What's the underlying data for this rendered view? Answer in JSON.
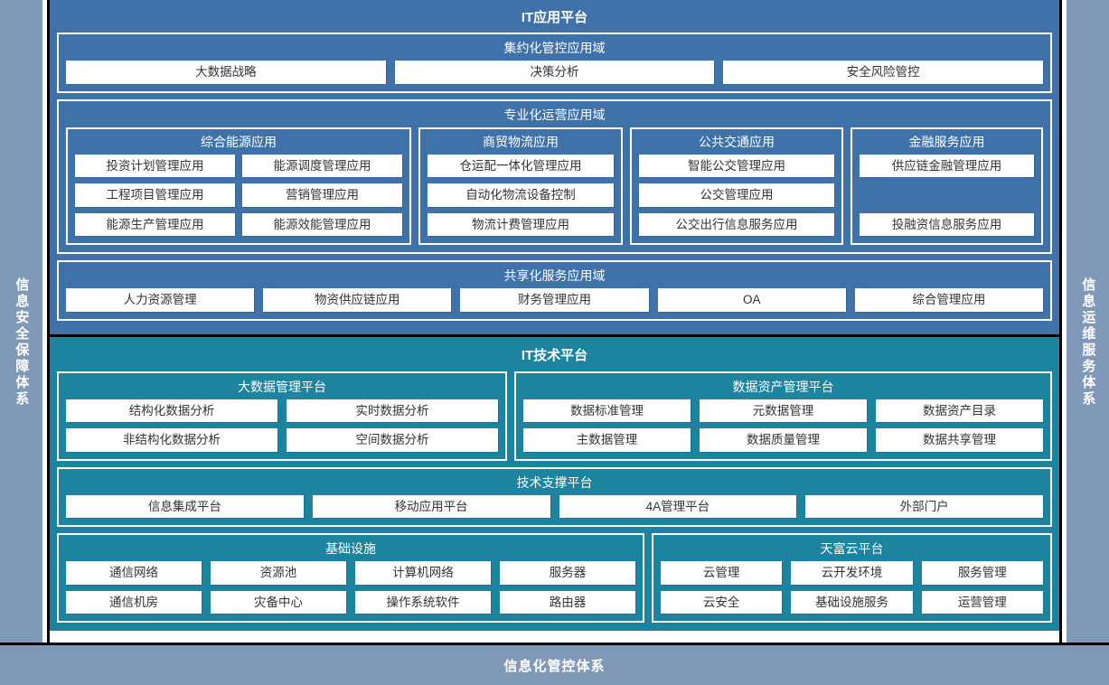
{
  "side_panels": {
    "left": {
      "label": "信息安全保障体系"
    },
    "right": {
      "label": "信息运维服务体系"
    }
  },
  "bottom_bar": {
    "label": "信息化管控体系"
  },
  "colors": {
    "application_platform": "#3E72A8",
    "technology_platform": "#1C849E",
    "side_panel": "#8099B8",
    "chip_background": "#FFFFFF",
    "chip_text": "#333333",
    "outline": "#FFFFFF",
    "rule": "#000000"
  },
  "application_platform": {
    "title": "IT应用平台",
    "domains": [
      {
        "title": "集约化管控应用域",
        "items": [
          "大数据战略",
          "决策分析",
          "安全风险管控"
        ]
      },
      {
        "title": "专业化运营应用域",
        "pillars": [
          {
            "title": "综合能源应用",
            "items": [
              "投资计划管理应用",
              "能源调度管理应用",
              "工程项目管理应用",
              "营销管理应用",
              "能源生产管理应用",
              "能源效能管理应用"
            ]
          },
          {
            "title": "商贸物流应用",
            "items": [
              "仓运配一体化管理应用",
              "自动化物流设备控制",
              "物流计费管理应用"
            ]
          },
          {
            "title": "公共交通应用",
            "items": [
              "智能公交管理应用",
              "公交管理应用",
              "公交出行信息服务应用"
            ]
          },
          {
            "title": "金融服务应用",
            "items": [
              "供应链金融管理应用",
              "",
              "投融资信息服务应用"
            ]
          }
        ]
      },
      {
        "title": "共享化服务应用域",
        "items": [
          "人力资源管理",
          "物资供应链应用",
          "财务管理应用",
          "OA",
          "综合管理应用"
        ]
      }
    ]
  },
  "technology_platform": {
    "title": "IT技术平台",
    "rows": [
      {
        "groups": [
          {
            "title": "大数据管理平台",
            "items": [
              "结构化数据分析",
              "实时数据分析",
              "非结构化数据分析",
              "空间数据分析"
            ]
          },
          {
            "title": "数据资产管理平台",
            "items": [
              "数据标准管理",
              "元数据管理",
              "数据资产目录",
              "主数据管理",
              "数据质量管理",
              "数据共享管理"
            ]
          }
        ]
      },
      {
        "groups": [
          {
            "title": "技术支撑平台",
            "items": [
              "信息集成平台",
              "移动应用平台",
              "4A管理平台",
              "外部门户"
            ]
          }
        ]
      },
      {
        "groups": [
          {
            "title": "基础设施",
            "items": [
              "通信网络",
              "资源池",
              "计算机网络",
              "服务器",
              "通信机房",
              "灾备中心",
              "操作系统软件",
              "路由器"
            ]
          },
          {
            "title": "天富云平台",
            "items": [
              "云管理",
              "云开发环境",
              "服务管理",
              "云安全",
              "基础设施服务",
              "运营管理"
            ]
          }
        ]
      }
    ]
  }
}
